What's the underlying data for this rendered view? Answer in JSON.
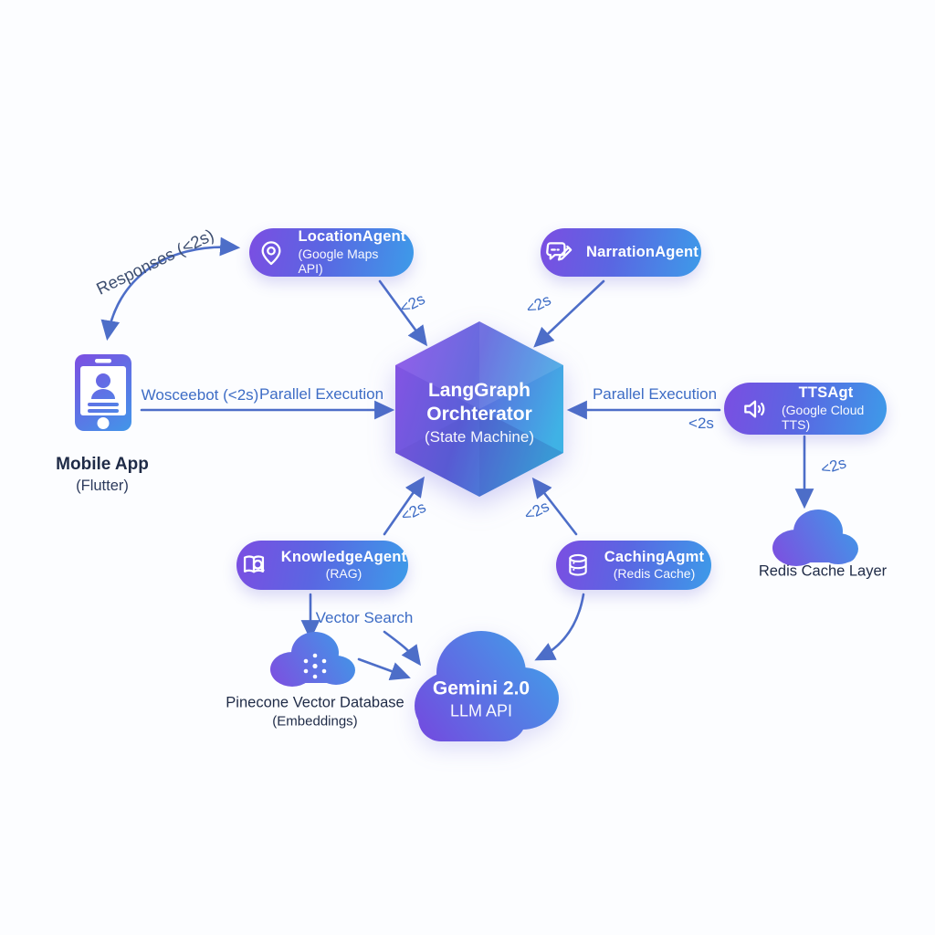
{
  "diagram_title": "LangGraph multi-agent architecture diagram",
  "colors": {
    "background": "#fcfdff",
    "pill_start": "#7b4ee2",
    "pill_end": "#3d9be9",
    "hex_start": "#8a58e8",
    "hex_end": "#3fb2e5",
    "arrow": "#4d6ec8",
    "edge_label": "#3d6cc5",
    "caption": "#1f2b47"
  },
  "nodes": {
    "mobile_app": {
      "title": "Mobile App",
      "subtitle": "(Flutter)"
    },
    "location_agent": {
      "title": "LocationAgent",
      "subtitle": "(Google Maps API)"
    },
    "narration_agent": {
      "title": "NarrationAgent"
    },
    "orchestrator": {
      "title_line1": "LangGraph",
      "title_line2": "Orchterator",
      "subtitle": "(State Machine)"
    },
    "tts_agent": {
      "title": "TTSAgt",
      "subtitle": "(Google Cloud TTS)"
    },
    "knowledge_agent": {
      "title": "KnowledgeAgent",
      "subtitle": "(RAG)"
    },
    "caching_agent": {
      "title": "CachingAgmt",
      "subtitle": "(Redis Cache)"
    },
    "redis_cache": {
      "label": "Redis Cache Layer"
    },
    "pinecone": {
      "label_line1": "Pinecone Vector Database",
      "label_line2": "(Embeddings)"
    },
    "gemini": {
      "title": "Gemini 2.0",
      "subtitle": "LLM API"
    }
  },
  "edges": {
    "responses": "Responses (<2s)",
    "request": "Wosceebot (<2s)",
    "parallel_execution_left": "Parallel Execution",
    "parallel_execution_right": "Parallel Execution",
    "vector_search": "Vector Search",
    "latency_location": "<2s",
    "latency_narration": "<2s",
    "latency_knowledge": "<2s",
    "latency_caching": "<2s",
    "latency_tts": "<2s",
    "latency_redis": "<2s"
  }
}
